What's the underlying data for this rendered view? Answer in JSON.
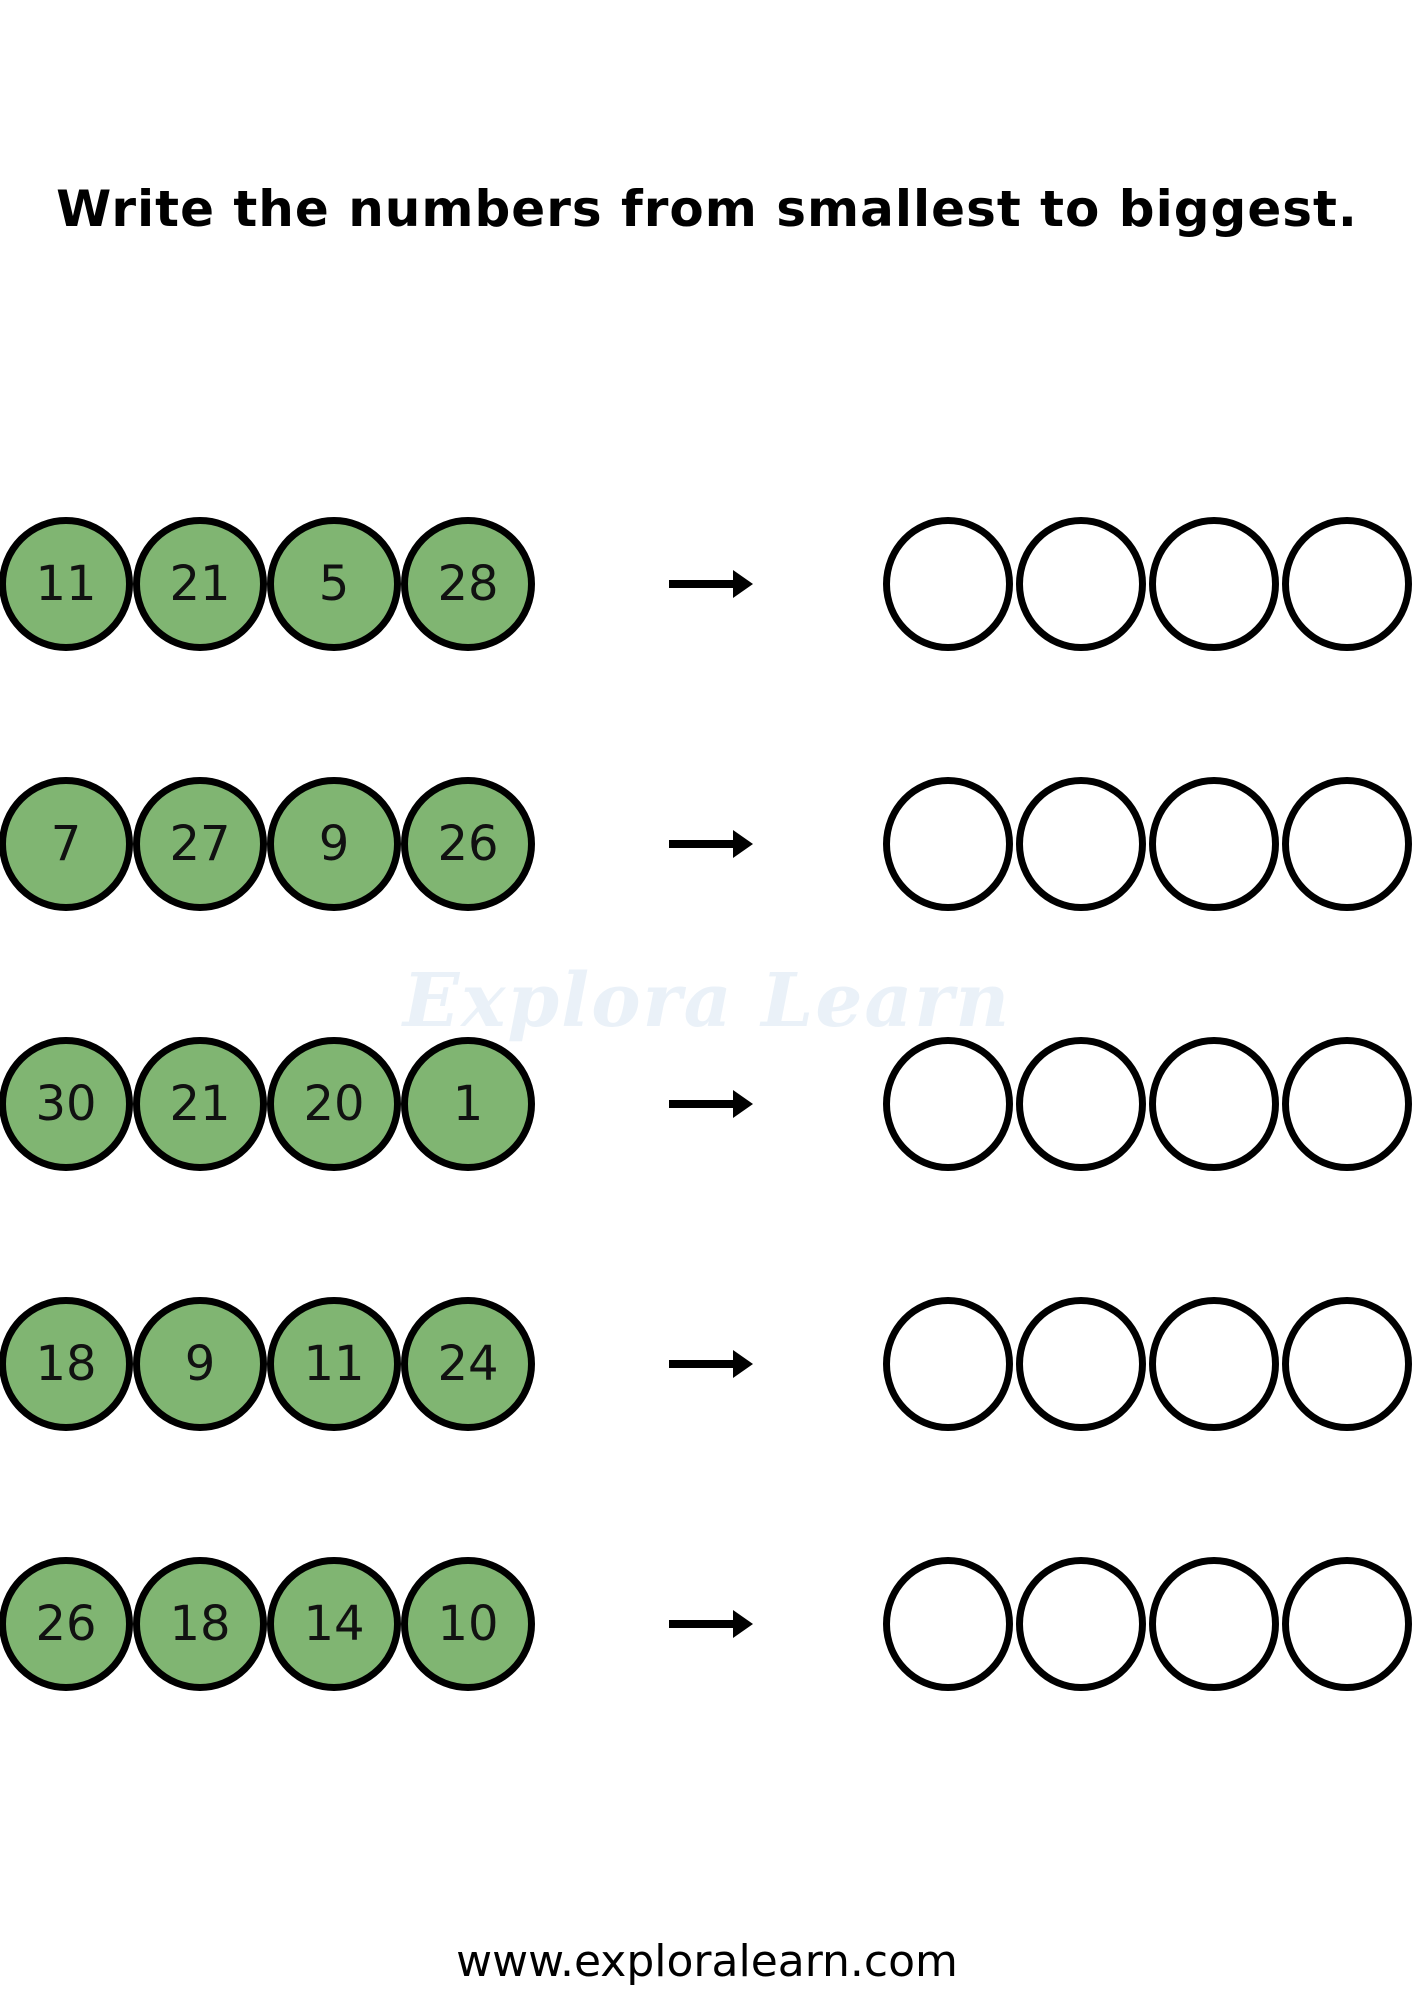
{
  "worksheet": {
    "title": "Write the numbers from smallest to biggest.",
    "watermark": "Explora Learn",
    "footer": "www.exploralearn.com",
    "colors": {
      "ball_fill": "#80b572",
      "outline": "#000000",
      "watermark": "#eaf1f8"
    },
    "arrow_icon": "right-arrow",
    "rows": [
      {
        "numbers": [
          "11",
          "21",
          "5",
          "28"
        ],
        "answers": [
          "",
          "",
          "",
          ""
        ]
      },
      {
        "numbers": [
          "7",
          "27",
          "9",
          "26"
        ],
        "answers": [
          "",
          "",
          "",
          ""
        ]
      },
      {
        "numbers": [
          "30",
          "21",
          "20",
          "1"
        ],
        "answers": [
          "",
          "",
          "",
          ""
        ]
      },
      {
        "numbers": [
          "18",
          "9",
          "11",
          "24"
        ],
        "answers": [
          "",
          "",
          "",
          ""
        ]
      },
      {
        "numbers": [
          "26",
          "18",
          "14",
          "10"
        ],
        "answers": [
          "",
          "",
          "",
          ""
        ]
      }
    ]
  }
}
